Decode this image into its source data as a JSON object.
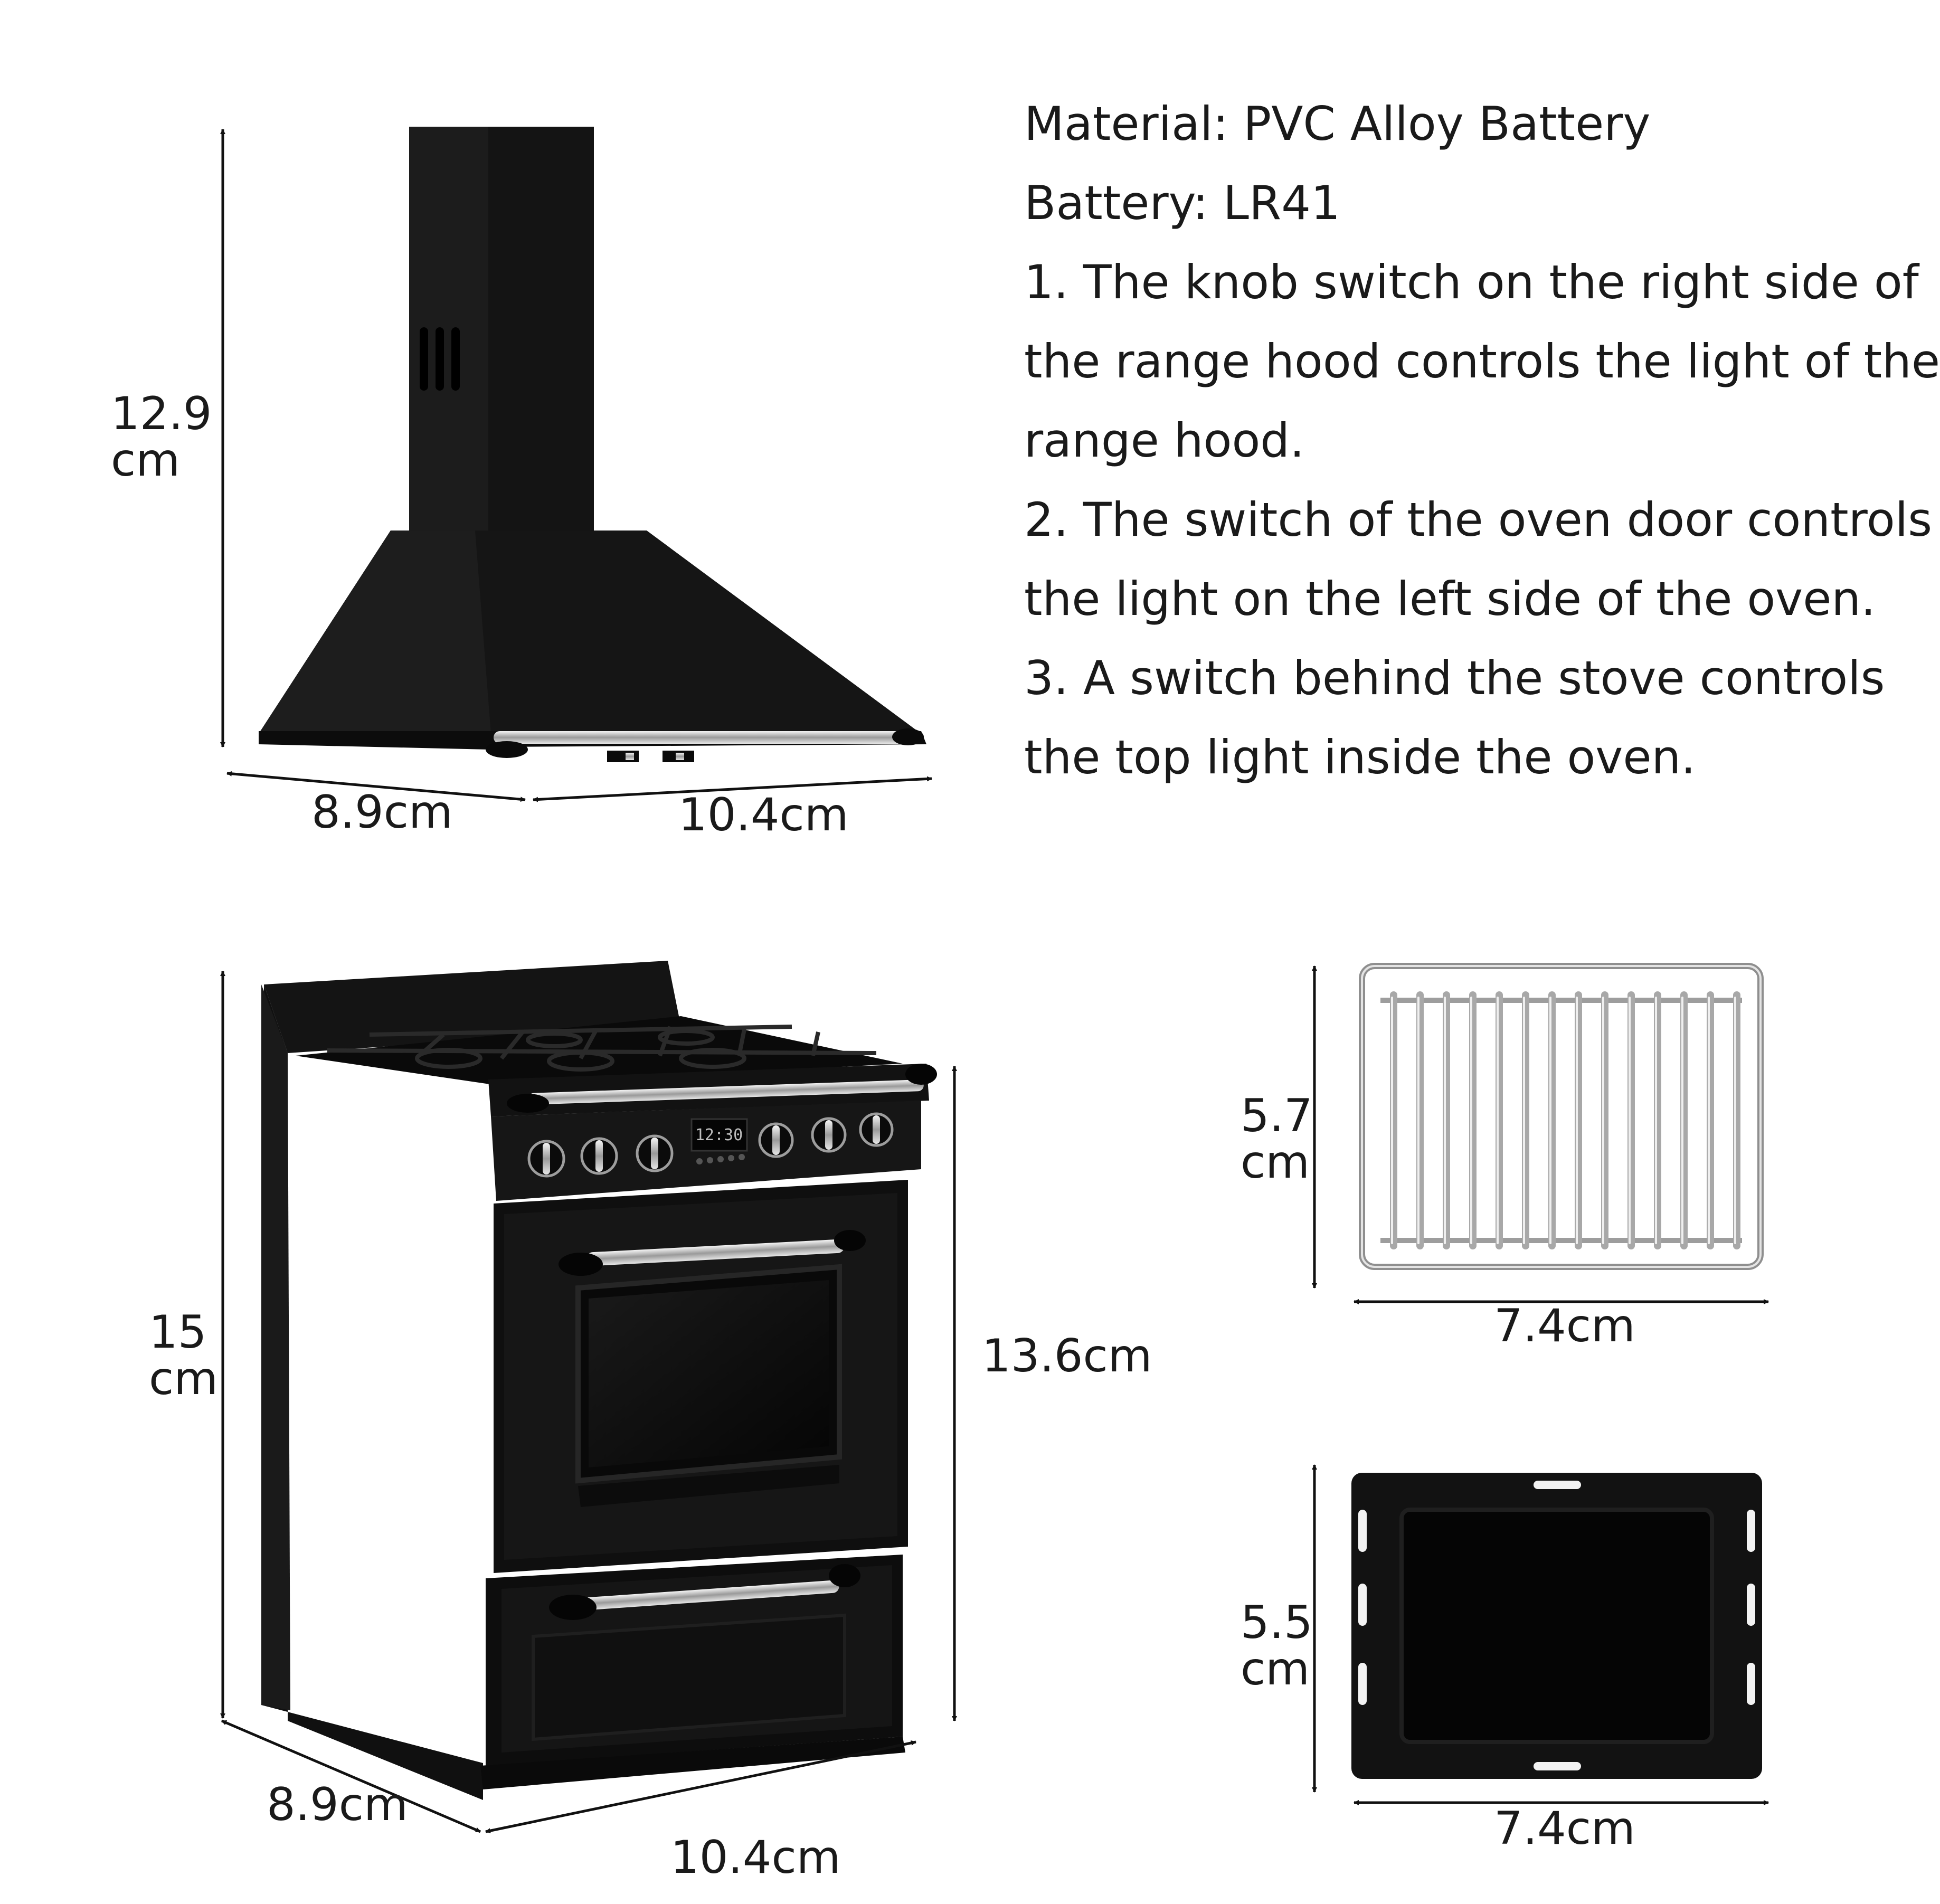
{
  "specs": {
    "material": "Material: PVC  Alloy  Battery",
    "battery": "Battery: LR41",
    "lines": [
      "1. The knob switch on the right side of",
      "the range hood controls the light of the",
      "range hood.",
      "2. The switch of the oven door controls",
      "the light on the left side of the oven.",
      "3. A switch behind the stove controls",
      "the top light inside the oven."
    ]
  },
  "dimensions": {
    "hood": {
      "height_value": "12.9",
      "height_unit": "cm",
      "depth": "8.9cm",
      "width": "10.4cm"
    },
    "stove": {
      "height_value": "15",
      "height_unit": "cm",
      "front_height": "13.6cm",
      "depth": "8.9cm",
      "width": "10.4cm"
    },
    "rack": {
      "height_value": "5.7",
      "height_unit": "cm",
      "width": "7.4cm"
    },
    "tray": {
      "height_value": "5.5",
      "height_unit": "cm",
      "width": "7.4cm"
    }
  },
  "stove_display": "12:30",
  "colors": {
    "product": "#121212",
    "metal": "#c8c8c8",
    "text": "#1a1a1a"
  }
}
